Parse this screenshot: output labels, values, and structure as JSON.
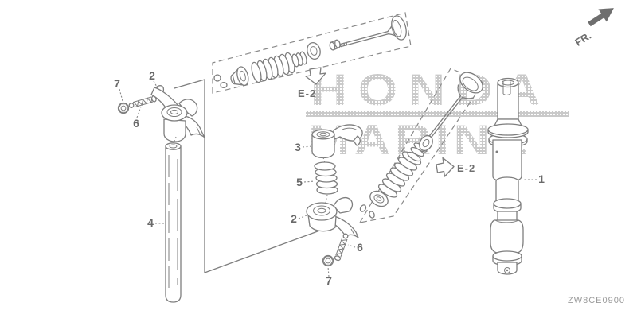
{
  "diagram": {
    "code": "ZW8CE0900",
    "fr_indicator": "FR.",
    "watermark": {
      "line1": "HONDA",
      "line2": "MARINE"
    },
    "references": {
      "e2_top": "E-2",
      "e2_side": "E-2"
    },
    "callouts": {
      "camshaft": "1",
      "rocker_arm_left": "2",
      "rocker_arm_lower": "2",
      "rocker_arm_mid": "3",
      "rocker_shaft": "4",
      "spring": "5",
      "adjusting_screw_left": "6",
      "adjusting_screw_lower": "6",
      "lock_nut_left": "7",
      "lock_nut_lower": "7"
    },
    "colors": {
      "background": "#ffffff",
      "line_art": "#7e7e7e",
      "callout_text": "#6a6a6a",
      "watermark": "#c9c9c9",
      "fr_arrow": "#6e6e6e",
      "diagram_code_text": "#9a9a9a"
    }
  }
}
